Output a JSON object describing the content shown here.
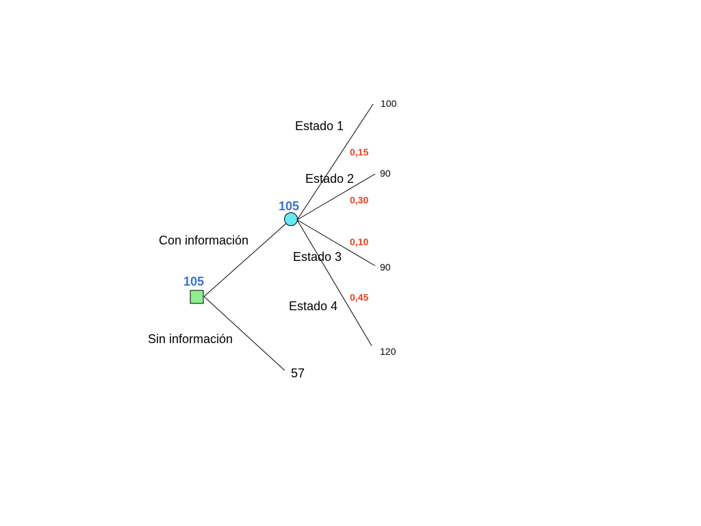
{
  "colors": {
    "line": "#000000",
    "decision_fill": "#90EE90",
    "chance_fill": "#66E8F0",
    "value_text": "#3B6FD0",
    "probability_text": "#E8401C"
  },
  "decision_node": {
    "value": "105",
    "branches": {
      "with_info": "Con información",
      "without_info": "Sin información"
    },
    "without_info_payoff": "57"
  },
  "chance_node": {
    "value": "105",
    "outcomes": [
      {
        "state": "Estado 1",
        "probability": "0,15",
        "payoff": "100"
      },
      {
        "state": "Estado 2",
        "probability": "0,30",
        "payoff": "90"
      },
      {
        "state": "Estado 3",
        "probability": "0,10",
        "payoff": "90"
      },
      {
        "state": "Estado 4",
        "probability": "0,45",
        "payoff": "120"
      }
    ]
  }
}
